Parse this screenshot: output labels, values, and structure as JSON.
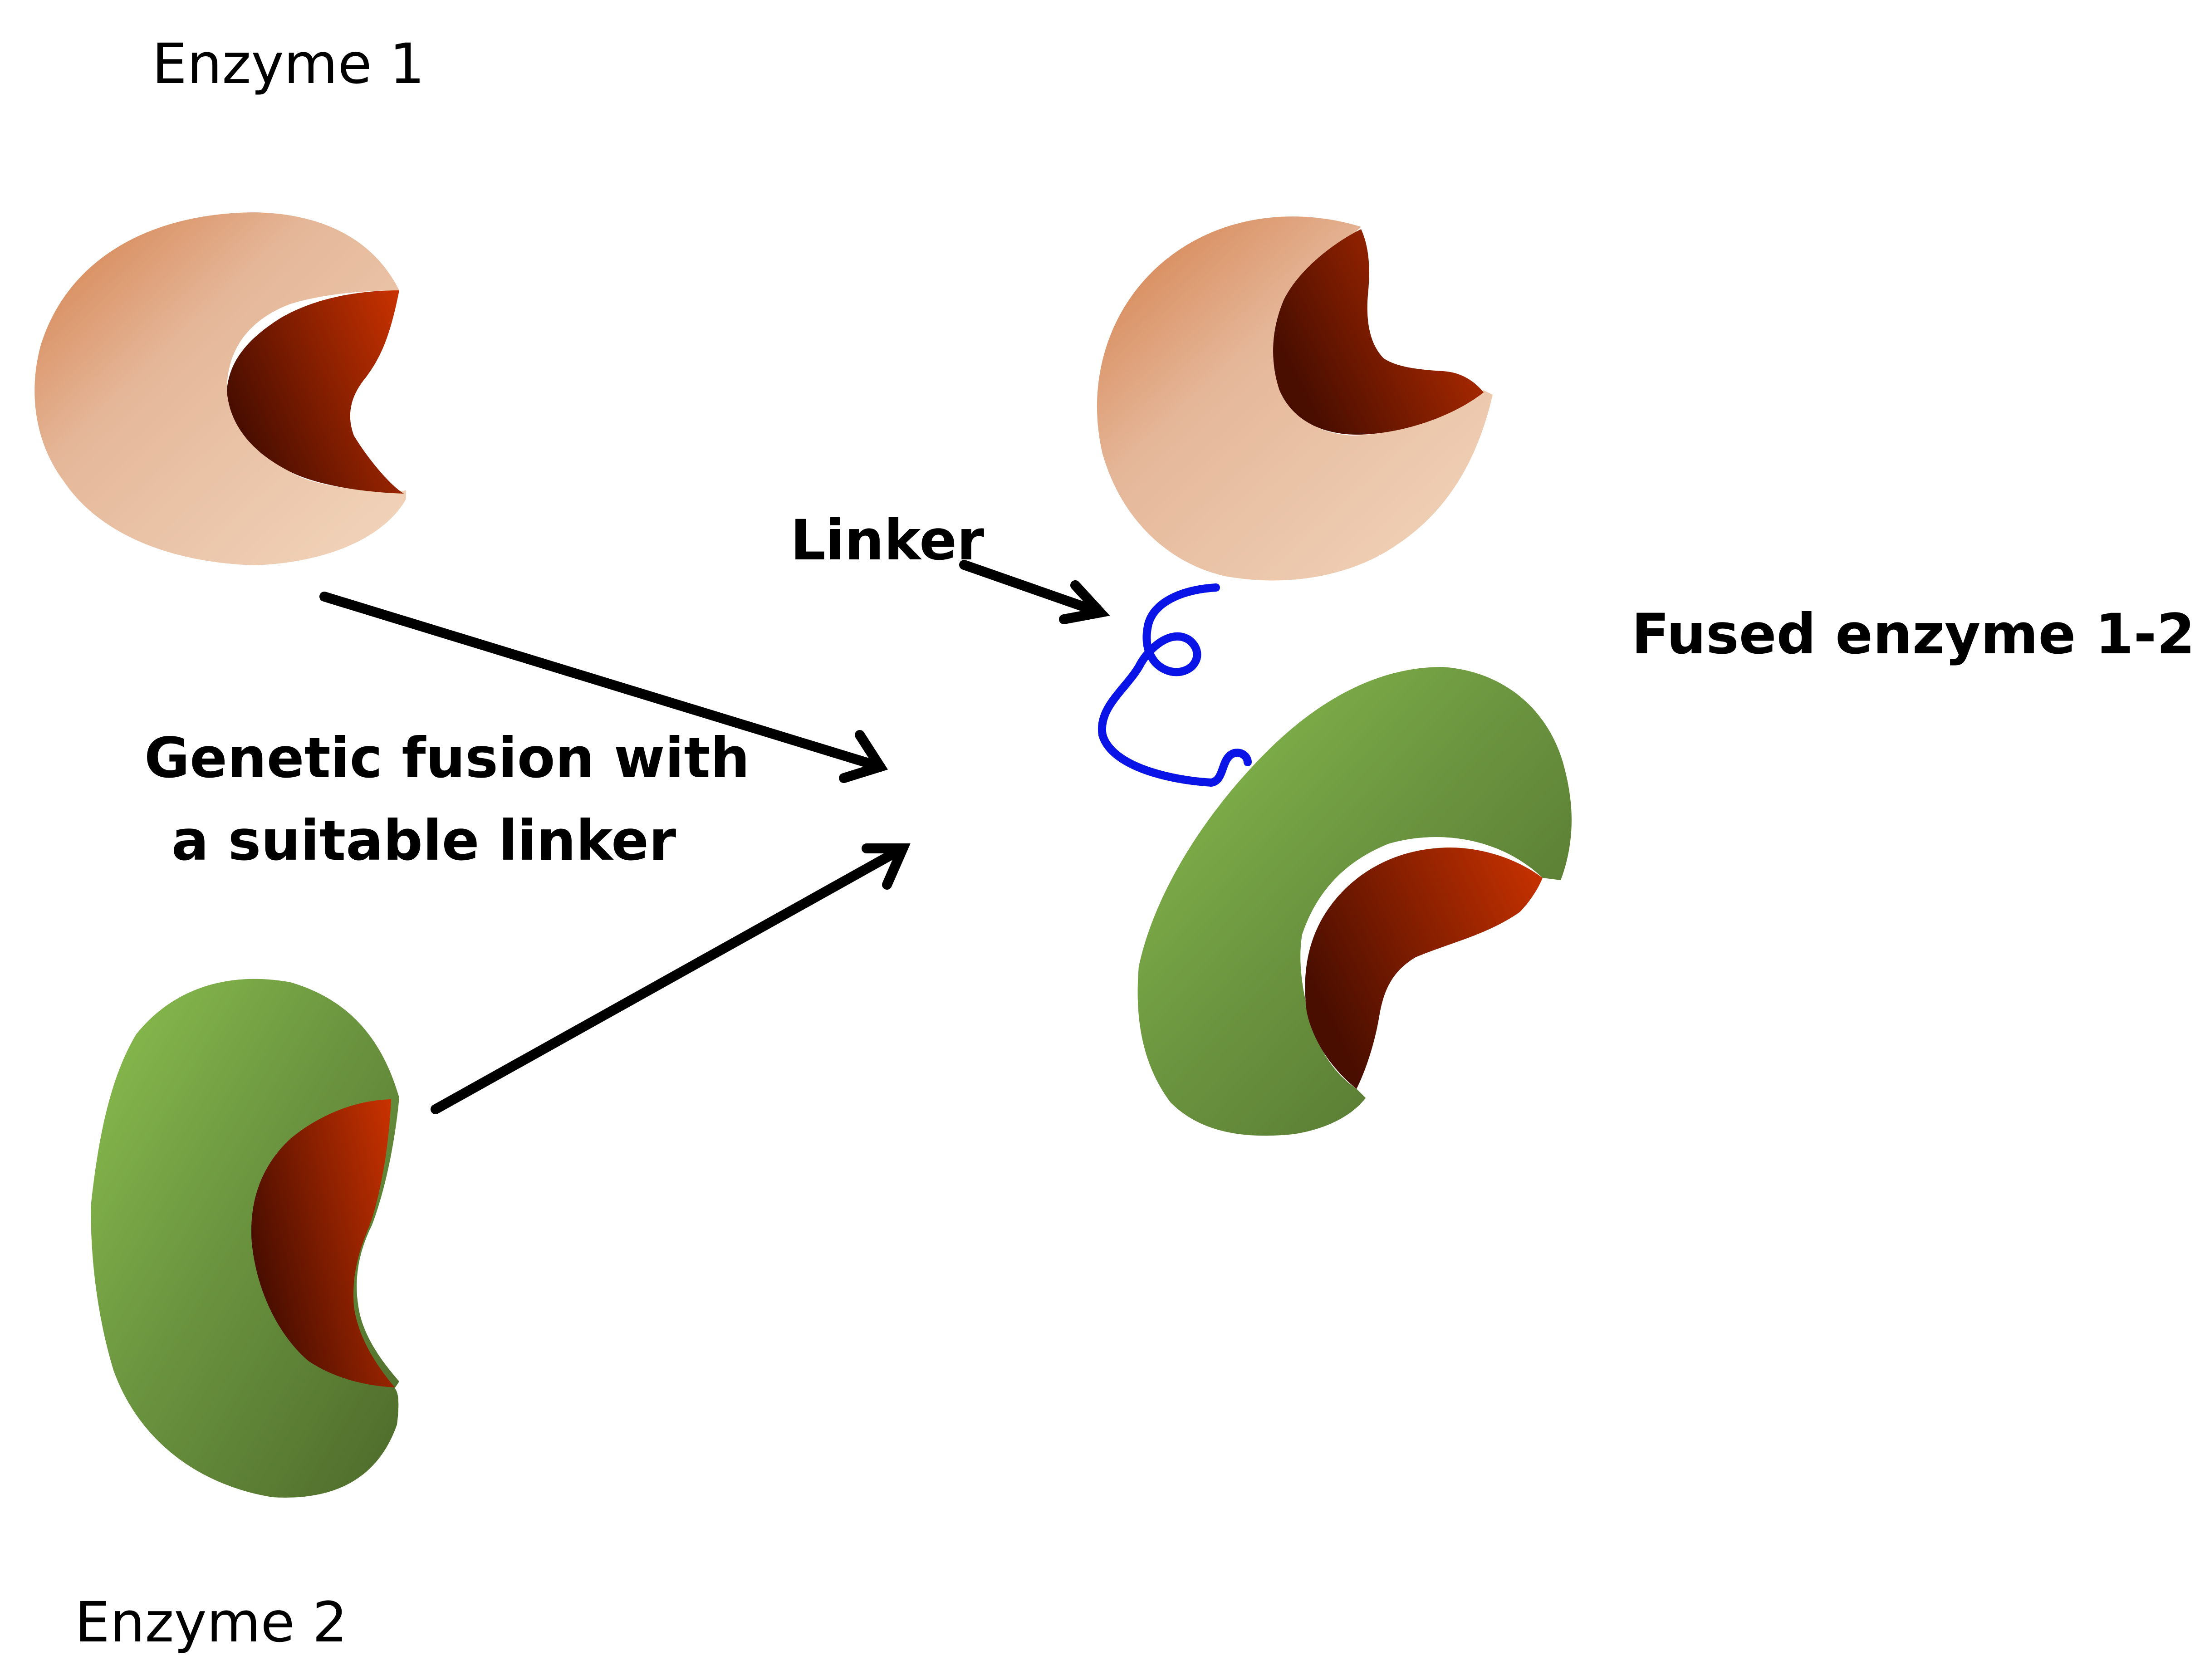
{
  "labels": {
    "enzyme_1": "Enzyme 1",
    "enzyme_2": "Enzyme 2",
    "linker": "Linker",
    "fused_enzyme": "Fused enzyme 1-2",
    "fusion_line_1": "Genetic fusion with",
    "fusion_line_2": "a suitable linker"
  },
  "colors": {
    "enzyme_1_light": "#f2d6bd",
    "enzyme_1_mid": "#e5b799",
    "enzyme_1_dark": "#d37b45",
    "enzyme_2_light": "#8cc04f",
    "enzyme_2_mid": "#6c9640",
    "enzyme_2_dark": "#4d6a2a",
    "active_site_bright": "#cc3300",
    "active_site_dark": "#4a0e00",
    "linker": "#0a14e6",
    "arrow": "#000000"
  },
  "icons": {
    "enzyme_1_shape": "pacman-enzyme-icon",
    "enzyme_2_shape": "kidney-enzyme-icon",
    "linker_shape": "squiggle-linker-icon"
  }
}
